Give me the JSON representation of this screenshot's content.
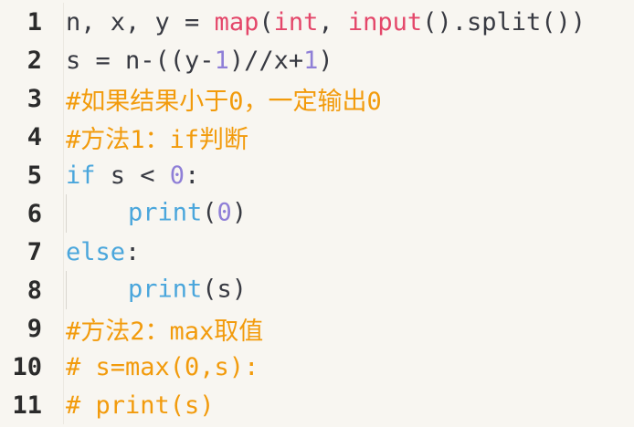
{
  "editor": {
    "lines": [
      {
        "number": "1",
        "indent": false,
        "tokens": [
          {
            "text": "n, x, y = ",
            "type": "plain"
          },
          {
            "text": "map",
            "type": "builtin"
          },
          {
            "text": "(",
            "type": "plain"
          },
          {
            "text": "int",
            "type": "builtin"
          },
          {
            "text": ", ",
            "type": "plain"
          },
          {
            "text": "input",
            "type": "builtin"
          },
          {
            "text": "().split())",
            "type": "plain"
          }
        ]
      },
      {
        "number": "2",
        "indent": false,
        "tokens": [
          {
            "text": "s = n-((y-",
            "type": "plain"
          },
          {
            "text": "1",
            "type": "number"
          },
          {
            "text": ")//x+",
            "type": "plain"
          },
          {
            "text": "1",
            "type": "number"
          },
          {
            "text": ")",
            "type": "plain"
          }
        ]
      },
      {
        "number": "3",
        "indent": false,
        "tokens": [
          {
            "text": "#如果结果小于0，一定输出0",
            "type": "comment"
          }
        ]
      },
      {
        "number": "4",
        "indent": false,
        "tokens": [
          {
            "text": "#方法1：if判断",
            "type": "comment"
          }
        ]
      },
      {
        "number": "5",
        "indent": false,
        "tokens": [
          {
            "text": "if",
            "type": "keyword"
          },
          {
            "text": " s < ",
            "type": "plain"
          },
          {
            "text": "0",
            "type": "number"
          },
          {
            "text": ":",
            "type": "plain"
          }
        ]
      },
      {
        "number": "6",
        "indent": true,
        "tokens": [
          {
            "text": "print",
            "type": "func"
          },
          {
            "text": "(",
            "type": "plain"
          },
          {
            "text": "0",
            "type": "number"
          },
          {
            "text": ")",
            "type": "plain"
          }
        ]
      },
      {
        "number": "7",
        "indent": false,
        "tokens": [
          {
            "text": "else",
            "type": "keyword"
          },
          {
            "text": ":",
            "type": "plain"
          }
        ]
      },
      {
        "number": "8",
        "indent": true,
        "tokens": [
          {
            "text": "print",
            "type": "func"
          },
          {
            "text": "(s)",
            "type": "plain"
          }
        ]
      },
      {
        "number": "9",
        "indent": false,
        "tokens": [
          {
            "text": "#方法2：max取值",
            "type": "comment"
          }
        ]
      },
      {
        "number": "10",
        "indent": false,
        "tokens": [
          {
            "text": "# s=max(0,s):",
            "type": "comment"
          }
        ]
      },
      {
        "number": "11",
        "indent": false,
        "tokens": [
          {
            "text": "# print(s)",
            "type": "comment"
          }
        ]
      }
    ]
  },
  "colors": {
    "background": "#f8f6f1",
    "builtin": "#e4476a",
    "number": "#8f7fd7",
    "comment": "#f29b0c",
    "keyword": "#4aa6dc",
    "plain": "#383a42"
  }
}
